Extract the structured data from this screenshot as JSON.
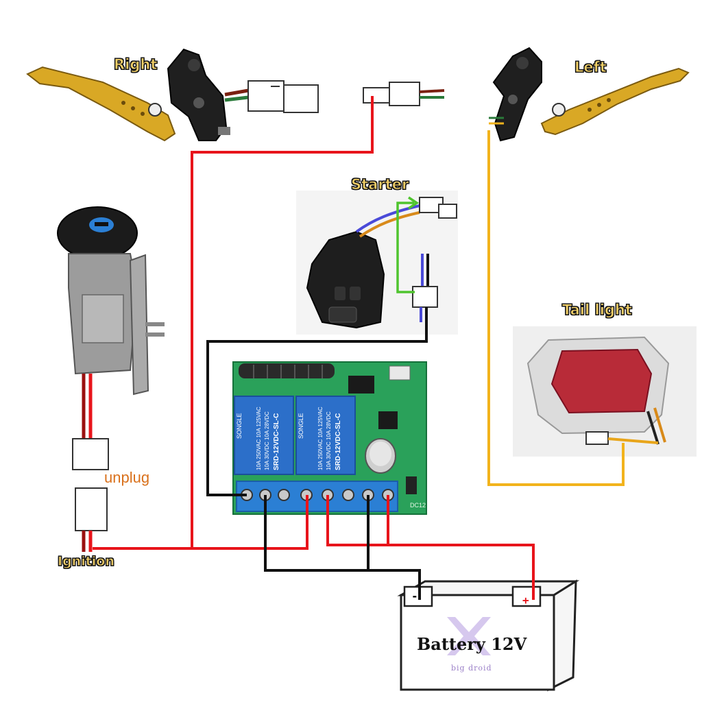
{
  "labels": {
    "right": "Right",
    "left": "Left",
    "starter": "Starter",
    "tail_light": "Tail light",
    "ignition": "Ignition",
    "unplug": "unplug"
  },
  "battery": {
    "title": "Battery 12V",
    "negative": "-",
    "positive": "+",
    "watermark": "big droid"
  },
  "relay": {
    "brand": "SONGLE",
    "rating_lines": [
      "10A 250VAC  10A 125VAC",
      "10A 30VDC  10A 28VDC"
    ],
    "model": "SRD-12VDC-SL-C",
    "chip": "DC12"
  },
  "colors": {
    "wire_red": "#e8141b",
    "wire_black": "#111111",
    "wire_yellow": "#f2b31c",
    "wire_green": "#4fc42e",
    "lever_gold": "#d9a825",
    "pcb_green": "#2aa15a",
    "relay_blue": "#2c6fc9",
    "terminal_blue": "#2b7fd4"
  }
}
